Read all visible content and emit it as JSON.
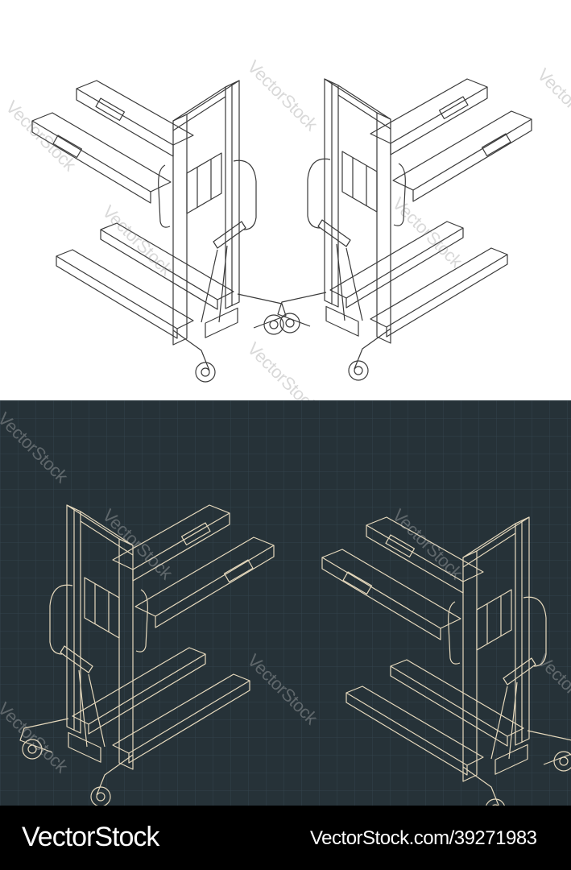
{
  "watermark": "VectorStock",
  "colors": {
    "light_background": "#ffffff",
    "light_lines": "#3a3a3a",
    "dark_background": "#263238",
    "dark_grid": "#33434b",
    "dark_lines": "#e6d9bd"
  },
  "footer": {
    "brand": "VectorStock",
    "url": "VectorStock.com/39271983"
  }
}
